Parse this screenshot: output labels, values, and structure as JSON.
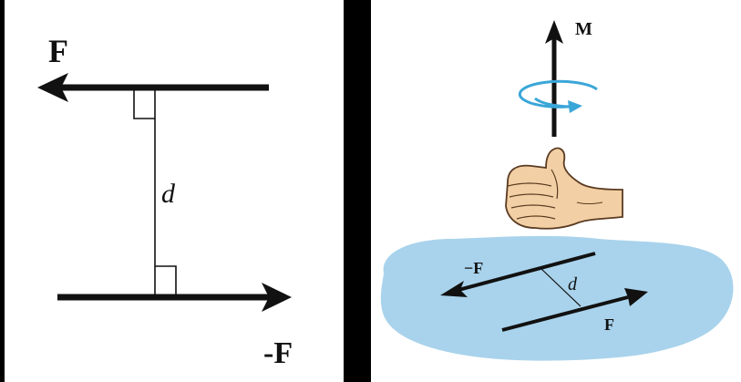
{
  "left_panel": {
    "force_top_label": "F",
    "force_bottom_label": "-F",
    "distance_label": "d"
  },
  "right_panel": {
    "moment_label": "M",
    "force_neg_label": "−F",
    "force_pos_label": "F",
    "distance_label": "d"
  },
  "colors": {
    "line": "#111111",
    "rotation_arrow": "#3aa6d8",
    "plane_fill": "#a9d3ec",
    "hand_skin": "#f2cfa4",
    "hand_outline": "#5a3b22"
  }
}
